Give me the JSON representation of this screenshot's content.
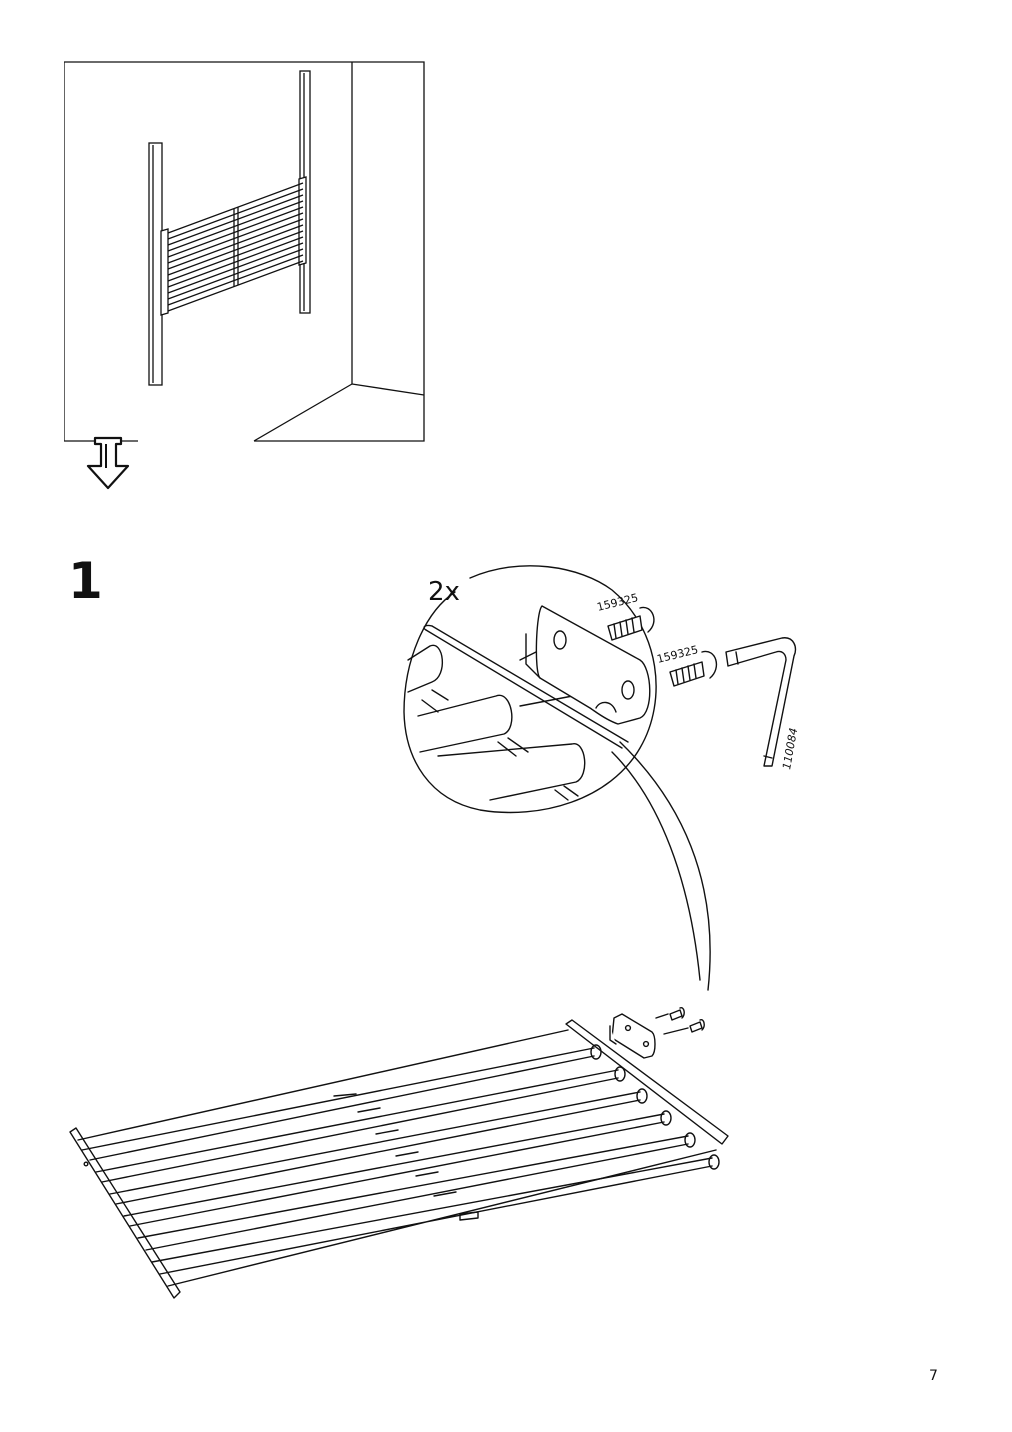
{
  "page": {
    "number": "7"
  },
  "step": {
    "number": "1"
  },
  "detail": {
    "quantity": "2x",
    "screw_part_top": "159325",
    "screw_part_bottom": "159325",
    "allen_key_part": "110084"
  }
}
